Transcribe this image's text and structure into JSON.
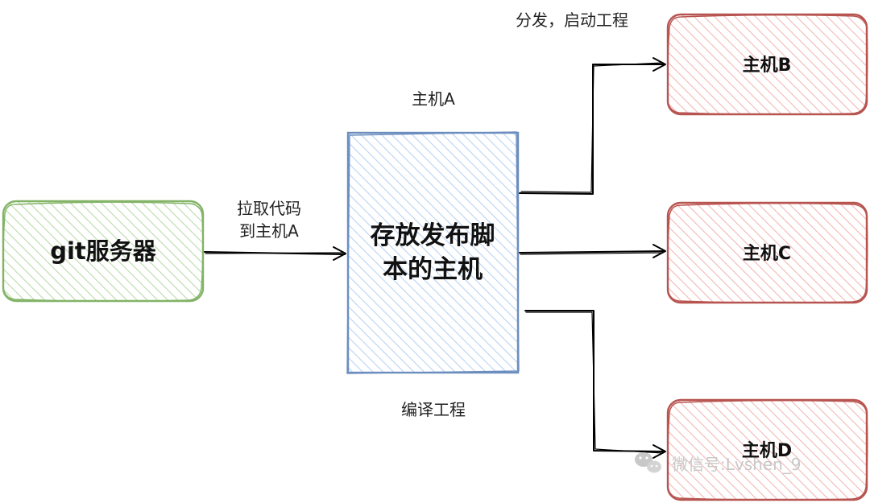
{
  "colors": {
    "green_stroke": "#82b366",
    "green_fill": "#d5e8d4",
    "blue_stroke": "#6c8ebf",
    "blue_fill": "#dae8fc",
    "red_stroke": "#b85450",
    "red_fill": "#f8cecc",
    "arrow": "#000000",
    "watermark": "#c8c8c8"
  },
  "nodes": {
    "git_server": "git服务器",
    "script_host_line1": "存放发布脚",
    "script_host_line2": "本的主机",
    "host_b": "主机B",
    "host_c": "主机C",
    "host_d": "主机D"
  },
  "labels": {
    "host_a": "主机A",
    "pull_line1": "拉取代码",
    "pull_line2": "到主机A",
    "distribute": "分发，启动工程",
    "compile": "编译工程"
  },
  "watermark": {
    "icon": "wechat-icon",
    "text": "微信号:Lvshen_9"
  }
}
